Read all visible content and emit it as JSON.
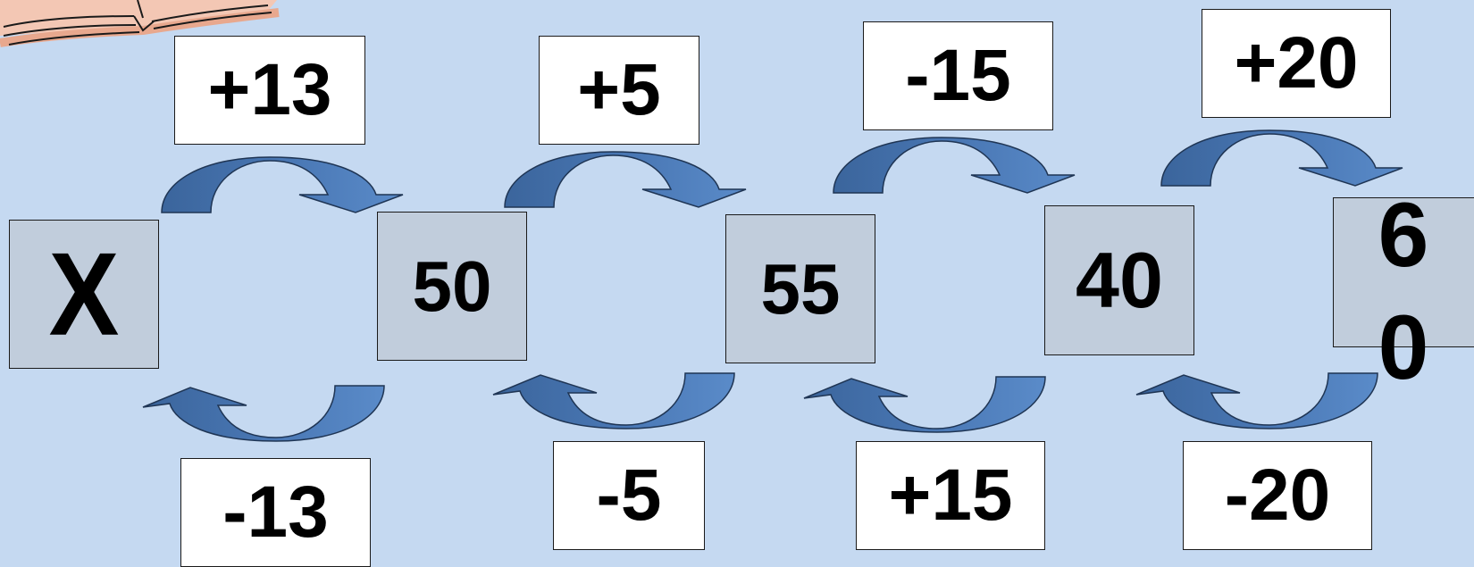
{
  "nodes": [
    {
      "id": "x",
      "value": "X",
      "color": "#c1cddc"
    },
    {
      "id": "n50",
      "value": "50",
      "color": "#c1cddc"
    },
    {
      "id": "n55",
      "value": "55",
      "color": "#c1cddc"
    },
    {
      "id": "n40",
      "value": "40",
      "color": "#c1cddc"
    },
    {
      "id": "n60",
      "value": "60",
      "color": "#c1cddc"
    }
  ],
  "forward_ops": [
    "+13",
    "+5",
    "-15",
    "+20"
  ],
  "backward_ops": [
    "-13",
    "-5",
    "+15",
    "-20"
  ],
  "colors": {
    "background": "#c5d9f1",
    "arrow_dark": "#3e6aa3",
    "arrow_light": "#5586c4",
    "arrow_outline": "#1f3554"
  },
  "icons": {
    "clipart": "open-book-icon",
    "arrow": "curved-arrow-icon"
  }
}
